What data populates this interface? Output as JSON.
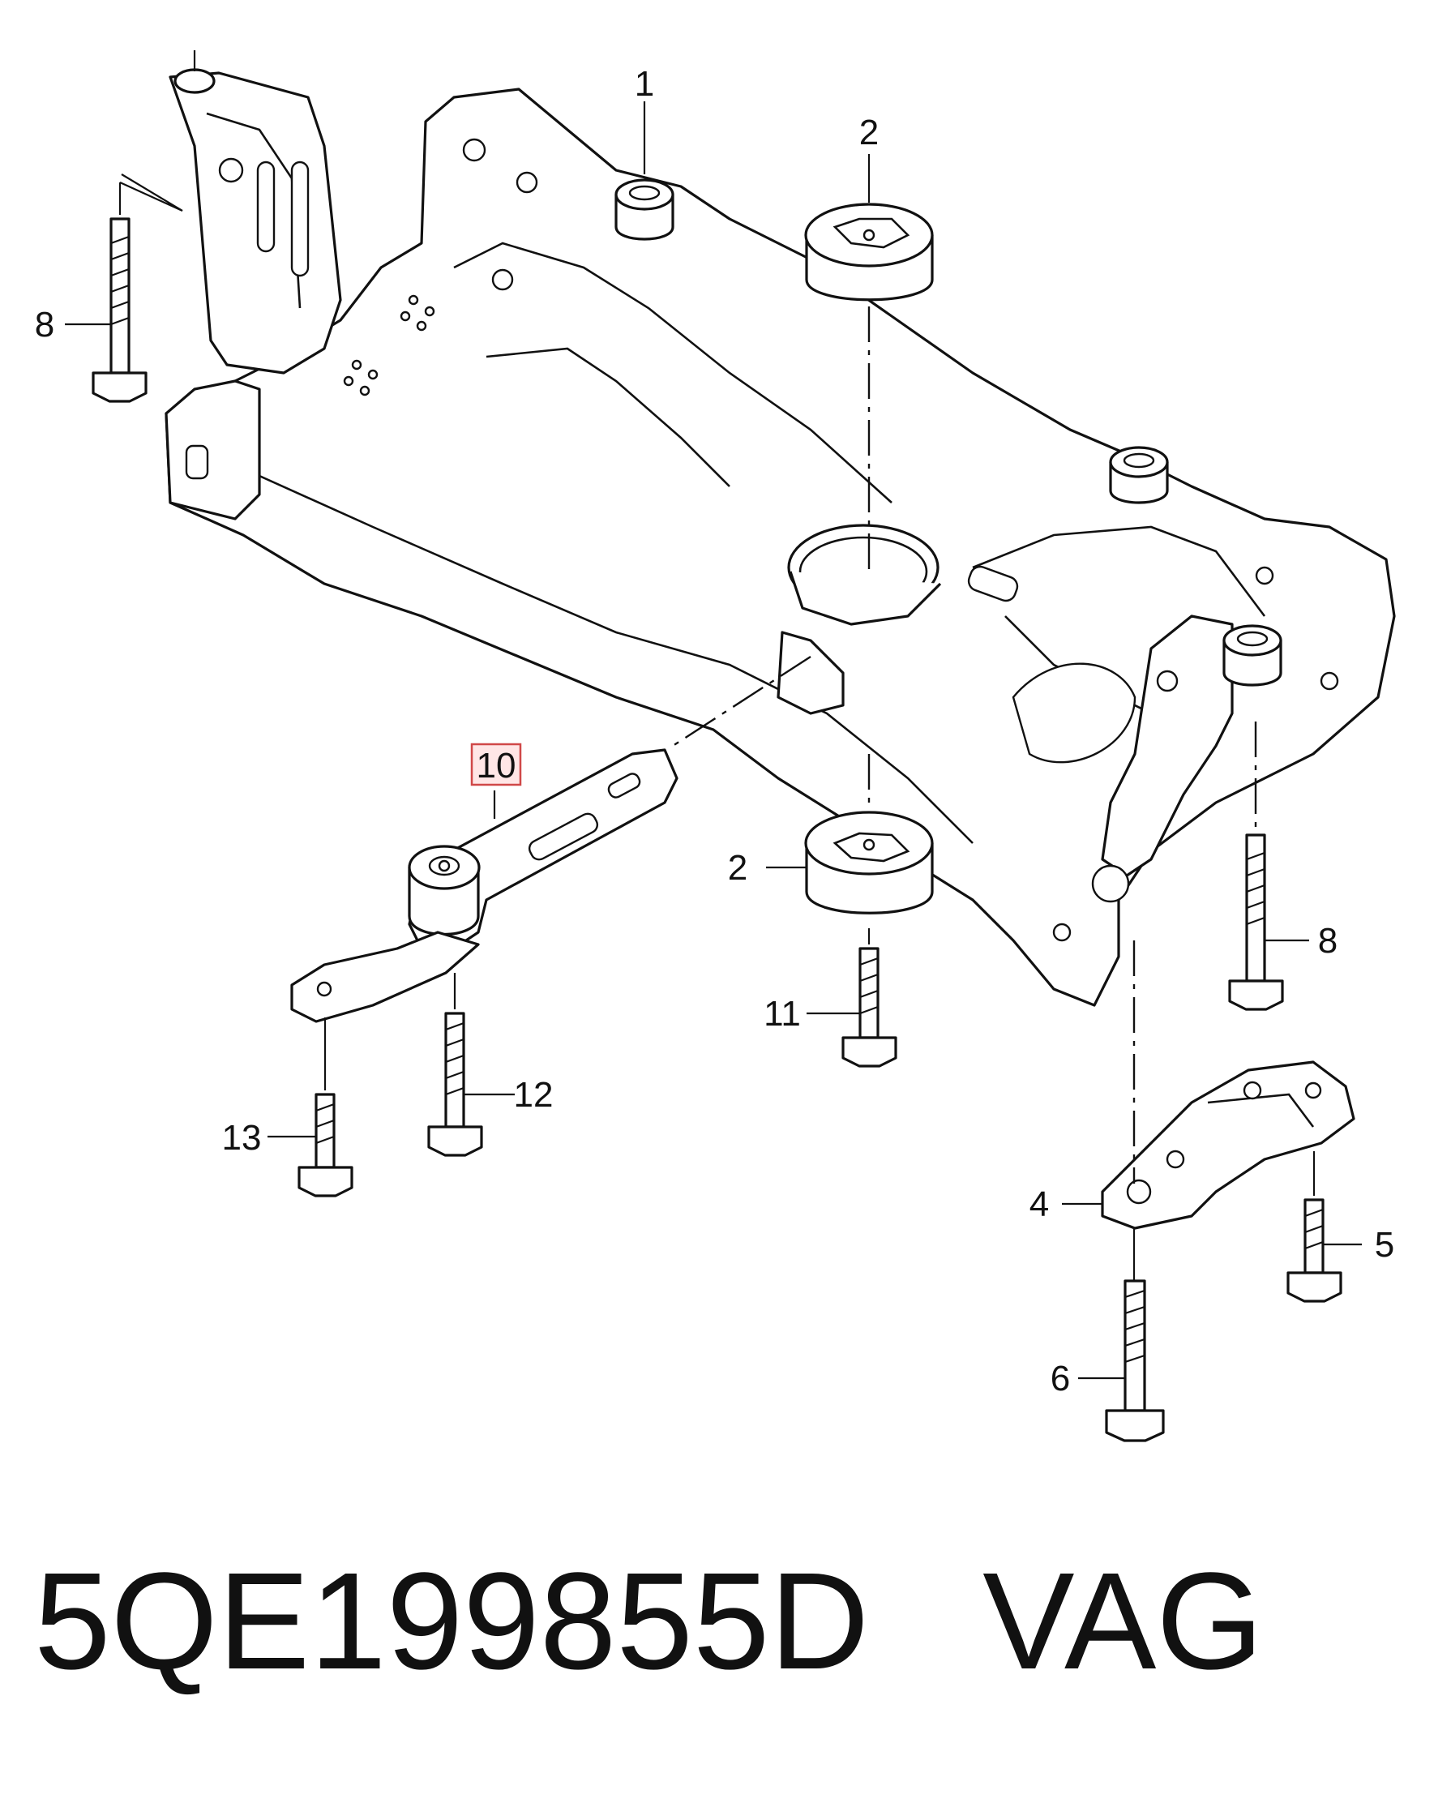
{
  "callouts": {
    "c1": "1",
    "c2_top": "2",
    "c2_bottom": "2",
    "c4": "4",
    "c5": "5",
    "c6": "6",
    "c8_left": "8",
    "c8_right": "8",
    "c10": "10",
    "c11": "11",
    "c12": "12",
    "c13": "13"
  },
  "highlighted_callout": "10",
  "caption": {
    "part_number": "5QE199855D",
    "brand": "VAG"
  },
  "colors": {
    "line": "#111111",
    "background": "#ffffff",
    "highlight_fill": "#ffe6e6",
    "highlight_border": "#d04848"
  }
}
